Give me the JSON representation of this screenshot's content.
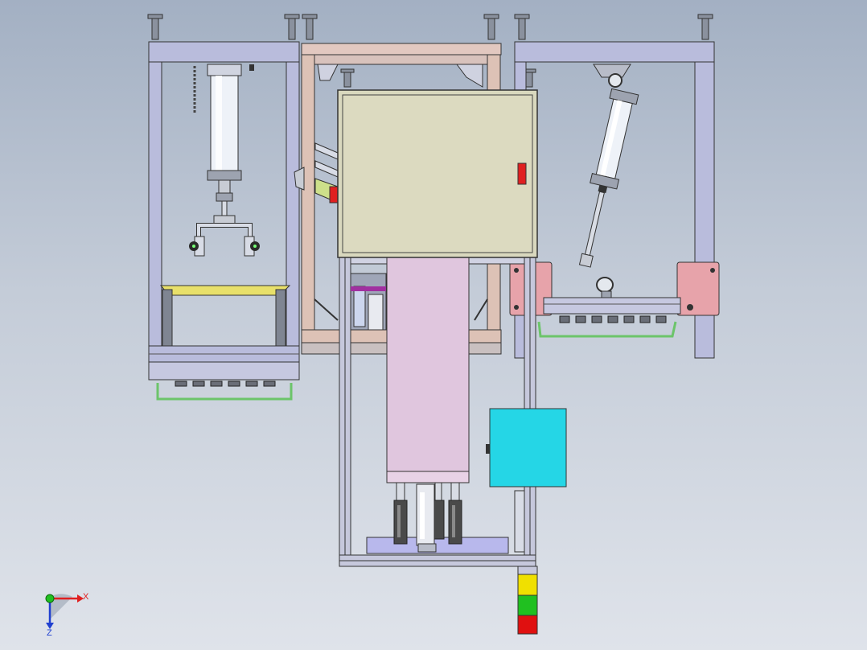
{
  "view": {
    "background_top": "#a3b0c3",
    "background_bottom": "#dfe3ea"
  },
  "triad": {
    "x_label": "X",
    "z_label": "Z",
    "x_color": "#e02020",
    "z_color": "#2040d0",
    "y_color": "#20c020"
  },
  "parts": {
    "left_frame": "frame",
    "center_frame": "frame",
    "right_frame": "frame",
    "electrical_cabinet": "cabinet",
    "cabinet_indicator": "indicator",
    "left_vertical_cylinder": "cylinder",
    "right_angled_cylinder": "cylinder",
    "center_lift_column": "column",
    "cyan_control_box": "box",
    "stack_light": [
      "#f0e000",
      "#20c020",
      "#e01010"
    ]
  }
}
